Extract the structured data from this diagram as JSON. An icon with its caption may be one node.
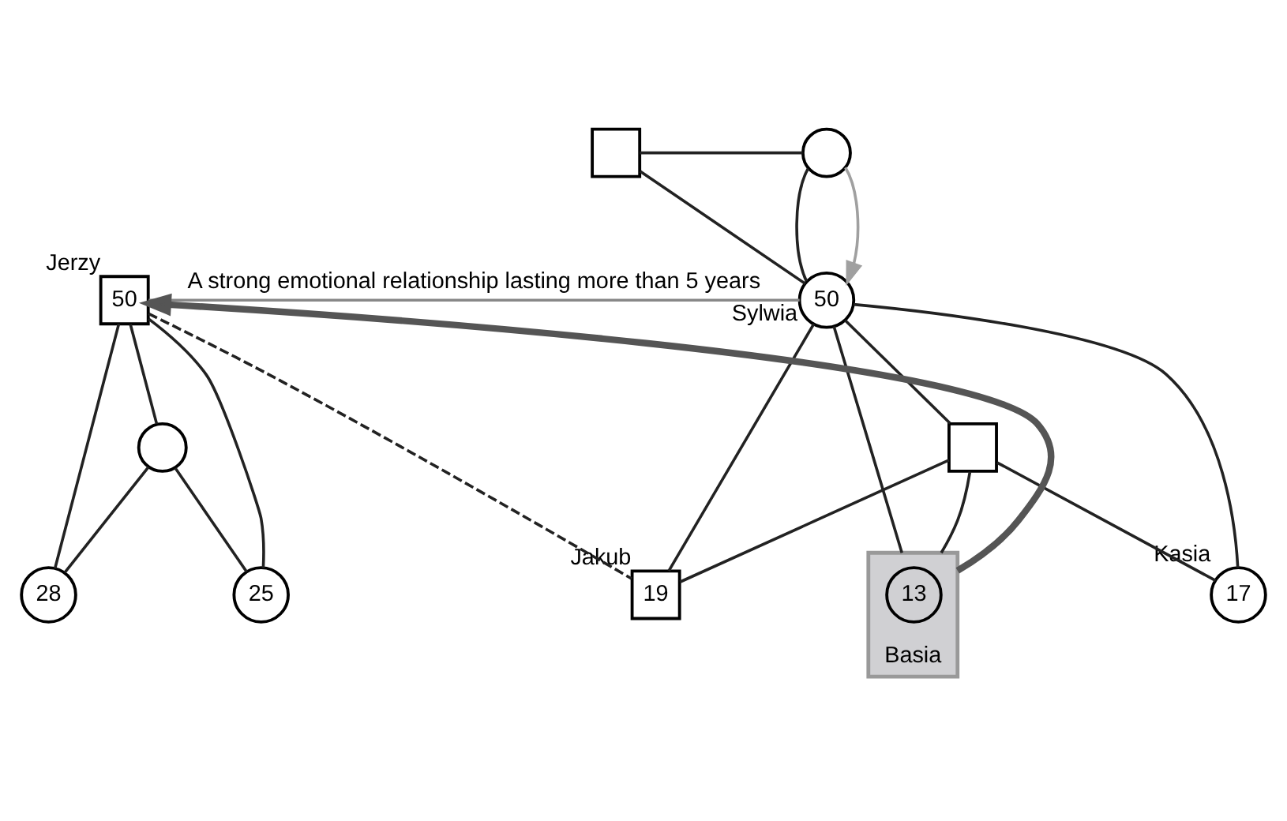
{
  "diagram": {
    "nodes": [
      {
        "text": [],
        "shape": "box"
      },
      {
        "text": [],
        "shape": "circle"
      },
      {
        "text": [
          "50"
        ],
        "beside": [
          "Jerzy"
        ]
      },
      {
        "text": [
          "50"
        ],
        "beside": [
          "Sylwia"
        ]
      },
      {
        "text": [],
        "shape": "circle"
      },
      {
        "text": [],
        "shape": "box"
      },
      {
        "text": [
          "28"
        ]
      },
      {
        "text": [
          "25"
        ]
      },
      {
        "text": [
          "19"
        ],
        "beside": [
          "Jakub"
        ]
      },
      {
        "text": [
          "17"
        ],
        "beside": [
          "Kasia"
        ]
      },
      {
        "text": [
          "Basia"
        ]
      },
      {
        "text": [
          "13"
        ],
        "in": 10
      }
    ],
    "edges": [
      {
        "from": 0,
        "to": 1,
        "arrow": "none"
      },
      {
        "from": 0,
        "to": 3,
        "arrow": "none"
      },
      {
        "from": 1,
        "to": 3,
        "arrow": "none"
      },
      {
        "from": 1,
        "to": 3,
        "arrow": "to",
        "color": "#a0a0a0"
      },
      {
        "from": 3,
        "to": 2,
        "arrow": "none",
        "label": "A strong emotional relationship lasting more than 5 years",
        "color": "#888888"
      },
      {
        "from": 2,
        "to": 4,
        "arrow": "none"
      },
      {
        "from": 2,
        "to": 6,
        "arrow": "none"
      },
      {
        "from": 4,
        "to": 6,
        "arrow": "none"
      },
      {
        "from": 2,
        "to": 7,
        "arrow": "none"
      },
      {
        "from": 4,
        "to": 7,
        "arrow": "none"
      },
      {
        "from": 5,
        "to": 3,
        "arrow": "none"
      },
      {
        "from": 3,
        "to": 8,
        "arrow": "none"
      },
      {
        "from": 5,
        "to": 8,
        "arrow": "none"
      },
      {
        "from": 3,
        "to": 9,
        "arrow": "none"
      },
      {
        "from": 5,
        "to": 9,
        "arrow": "none"
      },
      {
        "from": 3,
        "to": 10,
        "arrow": "none"
      },
      {
        "from": 5,
        "to": 10,
        "arrow": "none"
      },
      {
        "from": 2,
        "to": 8,
        "arrow": "none",
        "style": "dashed"
      },
      {
        "from": 10,
        "to": 2,
        "arrow": "to",
        "style": "thick",
        "color": "#555555"
      }
    ]
  }
}
